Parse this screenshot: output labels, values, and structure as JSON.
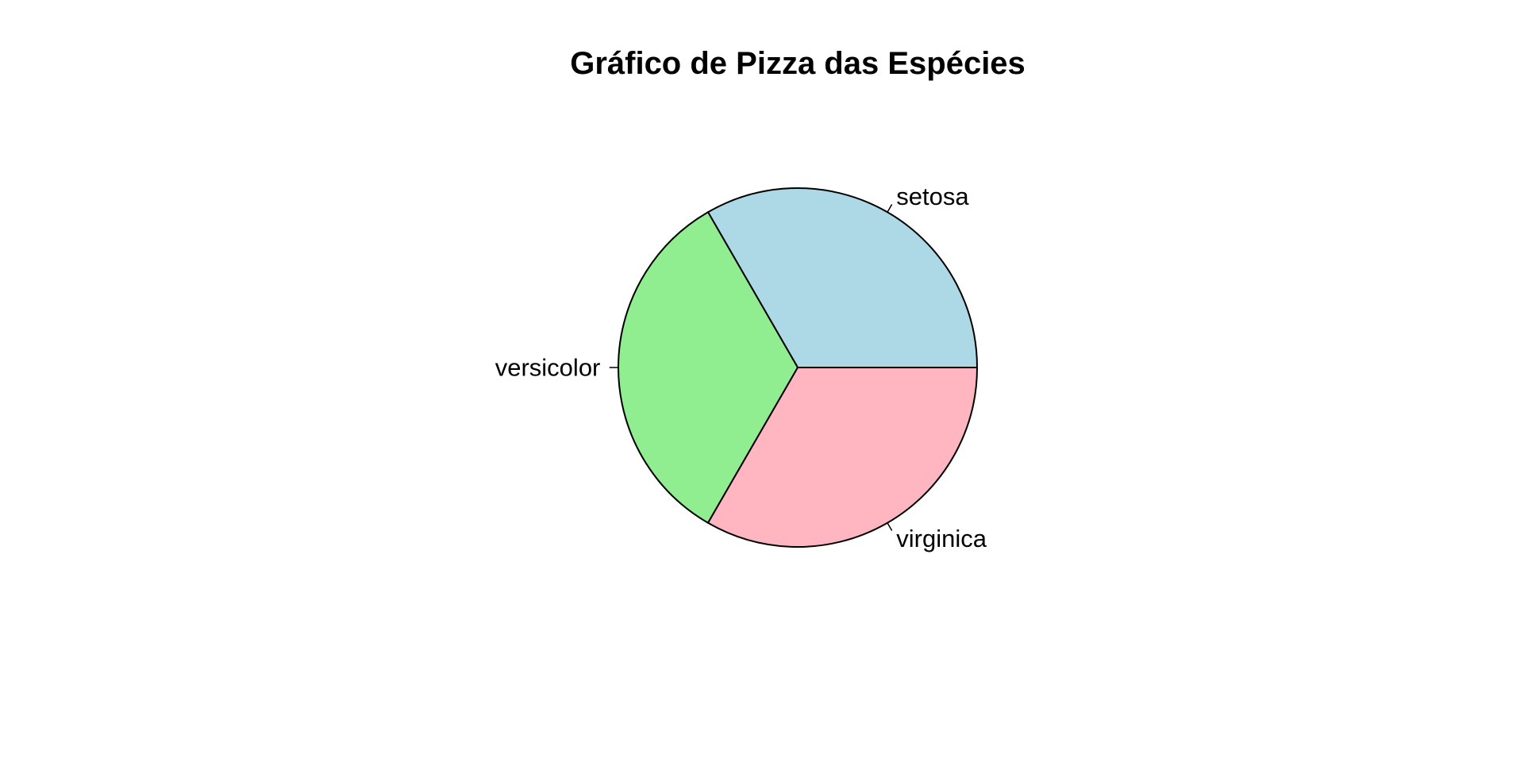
{
  "chart_data": {
    "type": "pie",
    "title": "Gráfico de Pizza das Espécies",
    "categories": [
      "setosa",
      "versicolor",
      "virginica"
    ],
    "values": [
      50,
      50,
      50
    ],
    "colors": [
      "#add8e6",
      "#90ee90",
      "#ffb6c1"
    ],
    "start_angle_deg": 0,
    "direction": "counterclockwise",
    "legend": "none"
  }
}
